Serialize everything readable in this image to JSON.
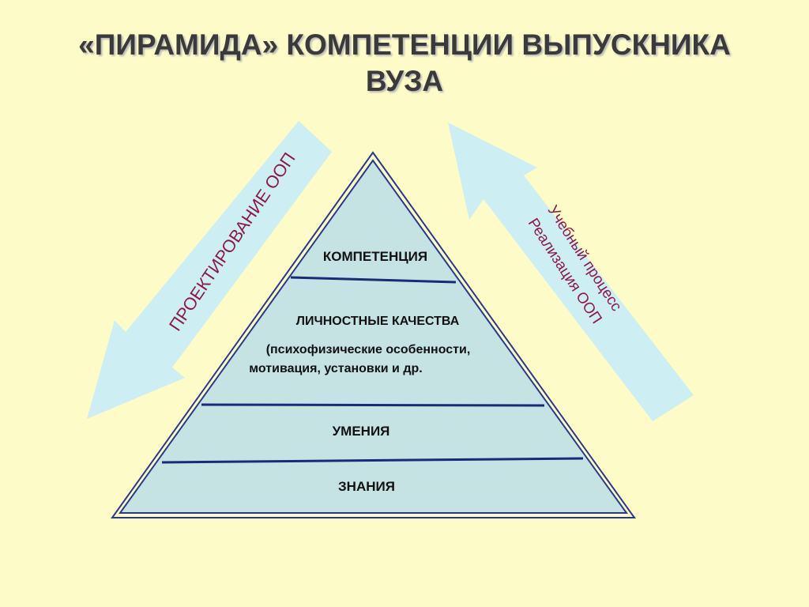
{
  "title": {
    "line1": "«ПИРАМИДА» КОМПЕТЕНЦИИ ВЫПУСКНИКА",
    "line2": "ВУЗА"
  },
  "pyramid": {
    "levels": {
      "top": "КОМПЕТЕНЦИЯ",
      "second": "ЛИЧНОСТНЫЕ КАЧЕСТВА",
      "second_detail_1": "(психофизические особенности,",
      "second_detail_2": "мотивация, установки и др.",
      "third": "УМЕНИЯ",
      "bottom": "ЗНАНИЯ"
    },
    "fill_color": "#c5e3e3",
    "line_color": "#1a2a7a"
  },
  "arrows": {
    "left_label": "ПРОЕКТИРОВАНИЕ ООП",
    "right_label_1": "Учебный процесс",
    "right_label_2": "Реализация ООП",
    "arrow_color": "#cdeef2",
    "text_color": "#8b1a4a"
  },
  "colors": {
    "background": "#fdfcc8"
  }
}
